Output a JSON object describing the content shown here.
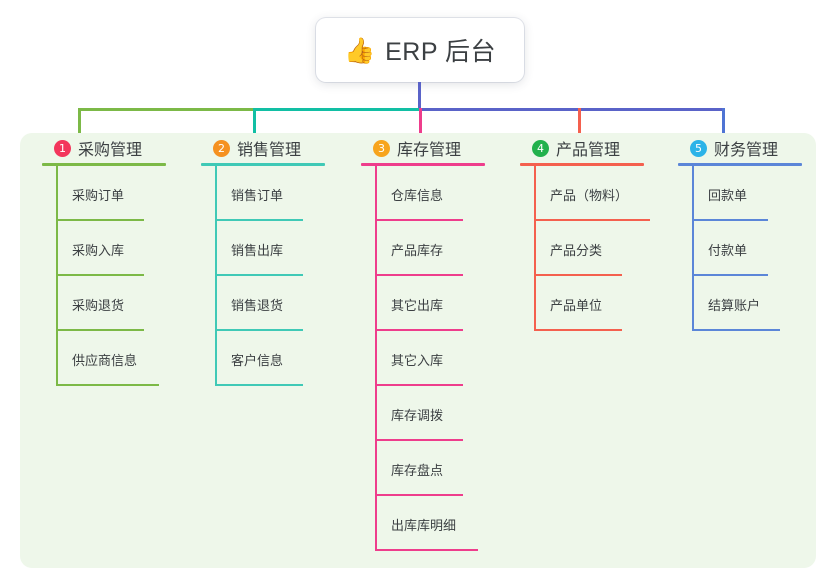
{
  "root": {
    "icon": "thumbs-up-icon",
    "icon_glyph": "👍",
    "title": "ERP 后台"
  },
  "colors": {
    "canvas_bg": "#eef7ea",
    "page_bg": "#ffffff",
    "text": "#3c4043",
    "bus_green": "#7cb947",
    "bus_teal": "#12bfa4",
    "bus_blue": "#5a63c8"
  },
  "columns": [
    {
      "index": "1",
      "title": "采购管理",
      "badge_color": "#f3365c",
      "line_color": "#7cb947",
      "head_rule_width": 124,
      "items": [
        {
          "label": "采购订单",
          "rule_width": 88
        },
        {
          "label": "采购入库",
          "rule_width": 88
        },
        {
          "label": "采购退货",
          "rule_width": 88
        },
        {
          "label": "供应商信息",
          "rule_width": 103
        }
      ]
    },
    {
      "index": "2",
      "title": "销售管理",
      "badge_color": "#f59120",
      "line_color": "#3fc9b6",
      "head_rule_width": 124,
      "items": [
        {
          "label": "销售订单",
          "rule_width": 88
        },
        {
          "label": "销售出库",
          "rule_width": 88
        },
        {
          "label": "销售退货",
          "rule_width": 88
        },
        {
          "label": "客户信息",
          "rule_width": 88
        }
      ]
    },
    {
      "index": "3",
      "title": "库存管理",
      "badge_color": "#f7a41d",
      "line_color": "#ee3d8c",
      "head_rule_width": 124,
      "items": [
        {
          "label": "仓库信息",
          "rule_width": 88
        },
        {
          "label": "产品库存",
          "rule_width": 88
        },
        {
          "label": "其它出库",
          "rule_width": 88
        },
        {
          "label": "其它入库",
          "rule_width": 88
        },
        {
          "label": "库存调拨",
          "rule_width": 88
        },
        {
          "label": "库存盘点",
          "rule_width": 88
        },
        {
          "label": "出库库明细",
          "rule_width": 103
        }
      ]
    },
    {
      "index": "4",
      "title": "产品管理",
      "badge_color": "#22b14c",
      "line_color": "#f4604e",
      "head_rule_width": 124,
      "items": [
        {
          "label": "产品（物料）",
          "rule_width": 116
        },
        {
          "label": "产品分类",
          "rule_width": 88
        },
        {
          "label": "产品单位",
          "rule_width": 88
        }
      ]
    },
    {
      "index": "5",
      "title": "财务管理",
      "badge_color": "#2bb3e8",
      "line_color": "#5b86d8",
      "head_rule_width": 124,
      "items": [
        {
          "label": "回款单",
          "rule_width": 76
        },
        {
          "label": "付款单",
          "rule_width": 76
        },
        {
          "label": "结算账户",
          "rule_width": 88
        }
      ]
    }
  ]
}
